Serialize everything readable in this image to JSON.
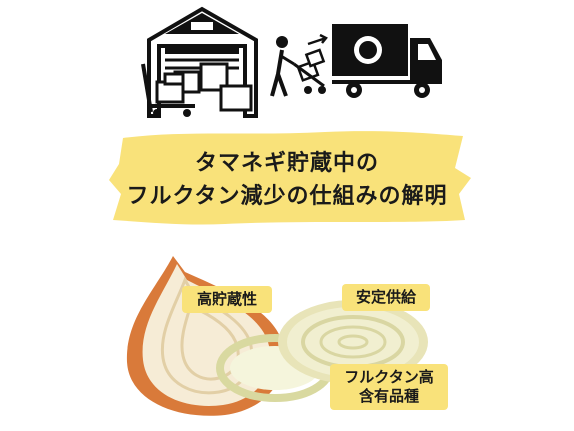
{
  "title": {
    "line1": "タマネギ貯蔵中の",
    "line2": "フルクタン減少の仕組みの解明"
  },
  "labels": {
    "storage": "高貯蔵性",
    "supply": "安定供給",
    "fructan_line1": "フルクタン高",
    "fructan_line2": "含有品種"
  },
  "colors": {
    "banner_yellow": "#f9e27a",
    "label_yellow": "#f9e27a",
    "ink": "#1a1a1a",
    "onion_skin": "#d97a3a"
  },
  "icons": {
    "warehouse": "warehouse-icon",
    "worker": "worker-with-cart-icon",
    "truck": "delivery-truck-icon"
  }
}
